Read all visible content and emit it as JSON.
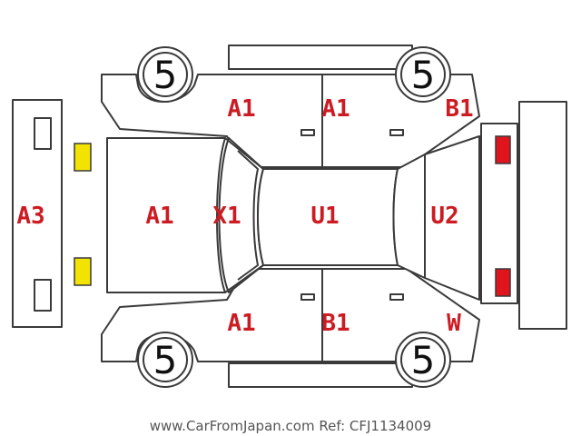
{
  "colors": {
    "outline": "#3a3a3a",
    "code_text": "#cc1b22",
    "front_light": "#f2e400",
    "rear_light": "#e0141d"
  },
  "tires": {
    "front_left": "5",
    "rear_left": "5",
    "front_right": "5",
    "rear_right": "5"
  },
  "codes": {
    "front_bumper": "A3",
    "hood": "A1",
    "windshield": "X1",
    "roof": "U1",
    "rear_glass": "U2",
    "top_front_door": "A1",
    "top_rear_door": "A1",
    "top_rear_fender": "B1",
    "bottom_front_door": "A1",
    "bottom_rear_door": "B1",
    "bottom_rear_fender": "W"
  },
  "footer": {
    "watermark": "www.CarFromJapan.com Ref: CFJ1134009"
  }
}
